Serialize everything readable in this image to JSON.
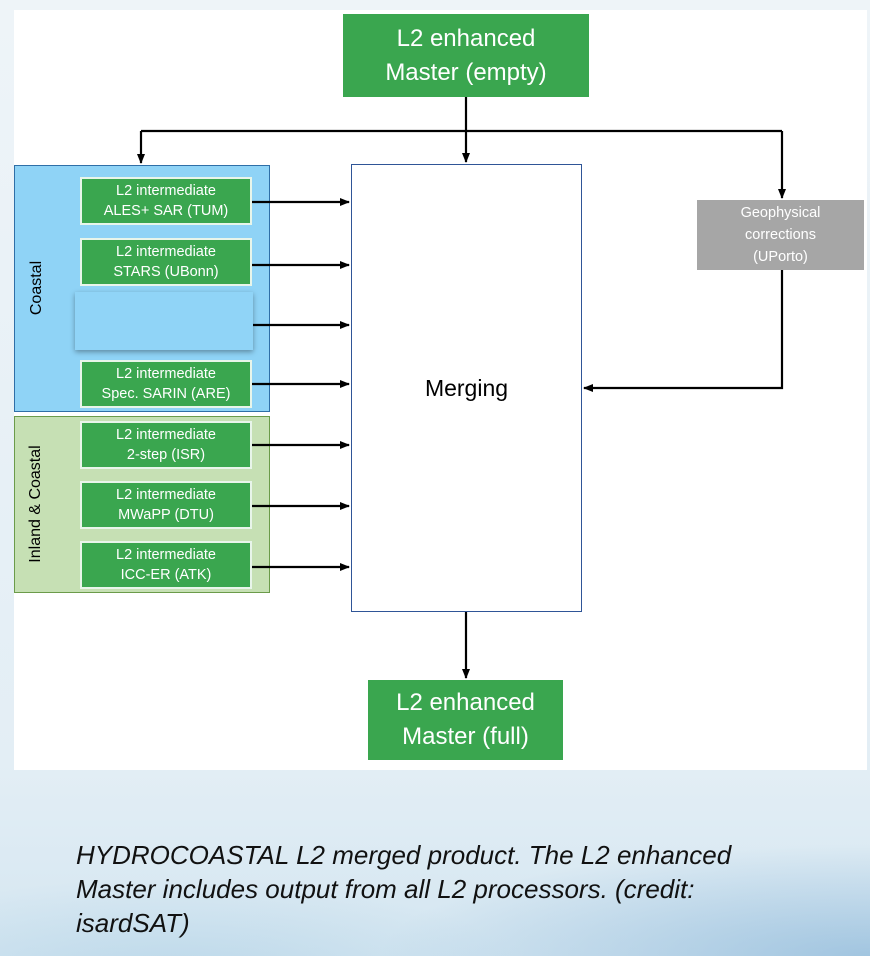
{
  "top_box": {
    "line1": "L2  enhanced",
    "line2": "Master (empty)"
  },
  "bottom_box": {
    "line1": "L2  enhanced",
    "line2": "Master (full)"
  },
  "merging": "Merging",
  "geo_box": {
    "text": "Geophysical\ncorrections\n(UPorto)"
  },
  "groups": {
    "coastal": "Coastal",
    "inland": "Inland & Coastal"
  },
  "processors": [
    {
      "text": "L2 intermediate\nALES+ SAR (TUM)"
    },
    {
      "text": "L2 intermediate\nSTARS (UBonn)"
    },
    {
      "text": "L2 intermediate\nSpec. SARIN (ARE)"
    },
    {
      "text": "L2 intermediate\n2-step (ISR)"
    },
    {
      "text": "L2 intermediate\nMWaPP (DTU)"
    },
    {
      "text": "L2 intermediate\nICC-ER (ATK)"
    }
  ],
  "caption": "HYDROCOASTAL L2 merged product. The L2 enhanced Master includes output from all L2 processors. (credit: isardSAT)",
  "colors": {
    "green": "#3aa64f",
    "coastal": "#8fd3f6",
    "inland": "#c6e0b4",
    "grey": "#a6a6a6"
  }
}
